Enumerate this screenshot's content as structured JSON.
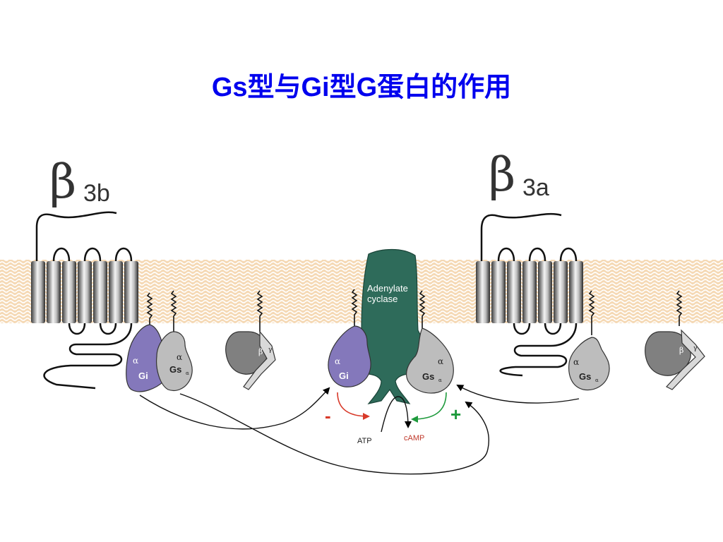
{
  "title": "Gs型与Gi型G蛋白的作用",
  "receptors": {
    "left": {
      "symbol": "β",
      "subscript": "3b"
    },
    "right": {
      "symbol": "β",
      "subscript": "3a"
    }
  },
  "enzyme": {
    "line1": "Adenylate",
    "line2": "cyclase"
  },
  "subunits": {
    "alpha": "α",
    "beta": "β",
    "gamma": "γ",
    "gi": "Gi",
    "gs": "Gs",
    "alpha_sub": "α"
  },
  "signs": {
    "minus": "-",
    "plus": "+"
  },
  "molecules": {
    "atp": "ATP",
    "camp": "cAMP"
  },
  "colors": {
    "title": "#0000ee",
    "membrane": "#f5d9b5",
    "membrane_wave": "#ffffff",
    "adenylate_cyclase": "#2e6b5a",
    "gi_protein": "#8478bb",
    "gs_protein": "#bdbdbd",
    "beta_gamma": "#808080",
    "inhibit_arrow": "#d83a2a",
    "stimulate_arrow": "#1e9a3c",
    "camp_text": "#c0392b"
  }
}
